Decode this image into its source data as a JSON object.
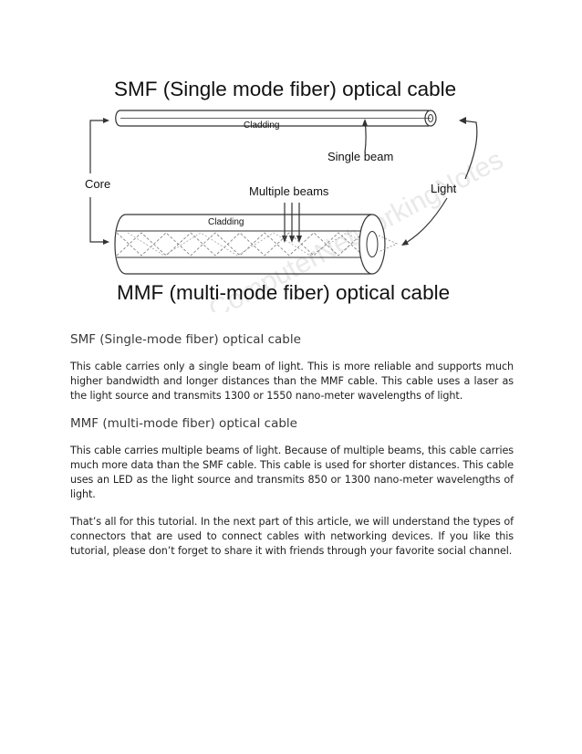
{
  "figure": {
    "title_top": "SMF (Single mode fiber) optical cable",
    "title_bottom": "MMF (multi-mode fiber) optical cable",
    "label_cladding_top": "Cladding",
    "label_cladding_bottom": "Cladding",
    "label_single_beam": "Single beam",
    "label_core": "Core",
    "label_multiple_beams": "Multiple beams",
    "label_light": "Light",
    "watermark": "ComputerNetworkingNotes"
  },
  "sections": {
    "smf_heading": "SMF (Single-mode fiber) optical cable",
    "smf_text": "This cable carries only a single beam of light. This is more reliable and supports much higher bandwidth and longer distances than the MMF cable. This cable uses a laser as the light source and transmits 1300 or 1550 nano-meter wavelengths of light.",
    "mmf_heading": "MMF (multi-mode fiber) optical cable",
    "mmf_text": "This cable carries multiple beams of light. Because of multiple beams, this cable carries much more data than the SMF cable. This cable is used for shorter distances. This cable uses an LED as the light source and transmits 850 or 1300 nano-meter wavelengths of light.",
    "outro_text": "That’s all for this tutorial. In the next part of this article, we will understand the types of connectors that are used to connect cables with networking devices. If you like this tutorial, please don’t forget to share it with friends through your favorite social channel."
  }
}
